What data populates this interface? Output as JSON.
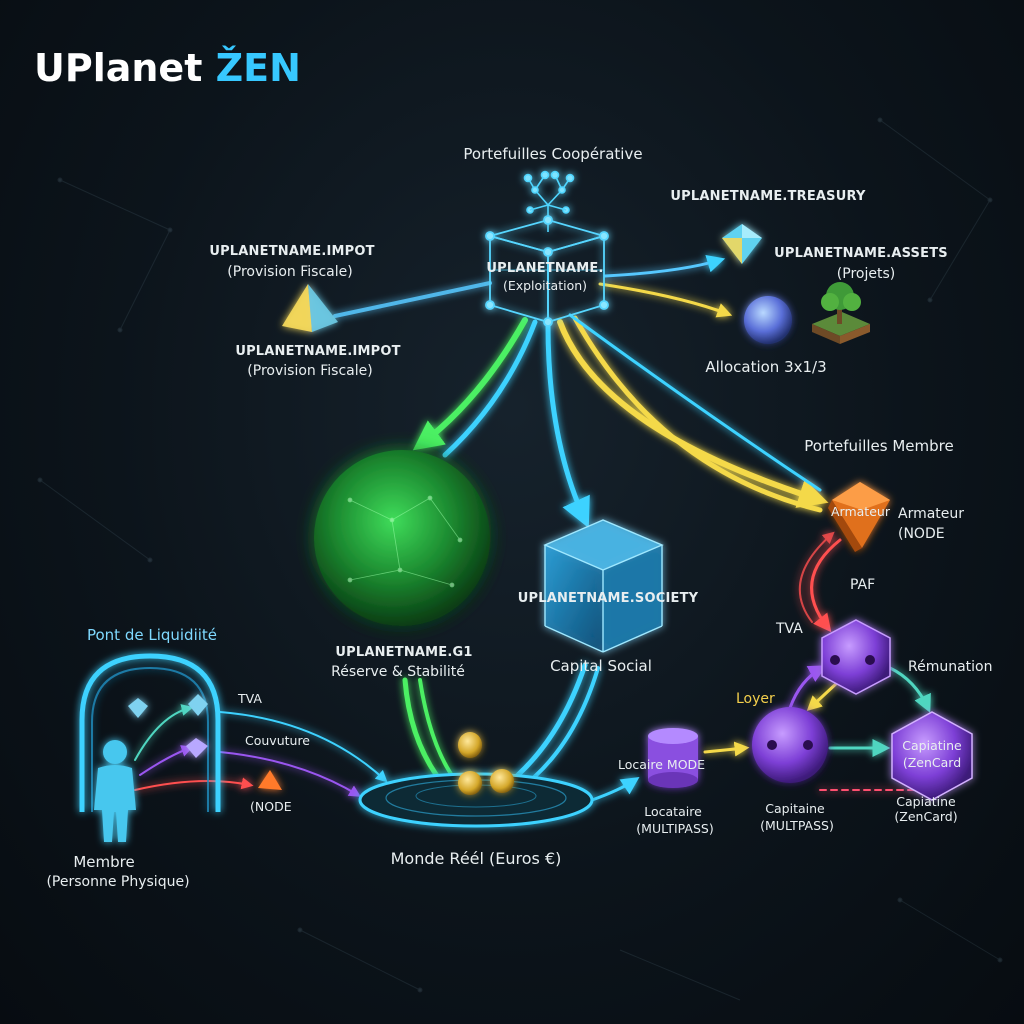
{
  "title": {
    "main": "UPlanet",
    "accent": "ŽEN"
  },
  "colors": {
    "cyan": "#3ed2ff",
    "green": "#4cf064",
    "yellow": "#f4d94a",
    "purple": "#9a56f0",
    "red": "#ff4f4f",
    "orange": "#ff8c2a"
  },
  "cooperative": {
    "heading": "Portefuilles Coopérative",
    "center_name": "UPLANETNAME.",
    "center_sub": "(Exploitation)",
    "impot_top_name": "UPLANETNAME.IMPOT",
    "impot_top_sub": "(Provision Fiscale)",
    "impot_bottom_name": "UPLANETNAME.IMPOT",
    "impot_bottom_sub": "(Provision Fiscale)",
    "treasury": "UPLANETNAME.TREASURY",
    "assets_name": "UPLANETNAME.ASSETS",
    "assets_sub": "(Projets)",
    "allocation": "Allocation 3x1/3"
  },
  "g1": {
    "name": "UPLANETNAME.G1",
    "sub": "Réserve & Stabilité"
  },
  "society": {
    "name": "UPLANETNAME.SOCIETY",
    "sub": "Capital Social"
  },
  "real_world": "Monde Réél (Euros €)",
  "bridge": {
    "heading": "Pont de Liquidiité",
    "tva": "TVA",
    "couverture": "Couvuture",
    "node": "(NODE",
    "member_name": "Membre",
    "member_sub": "(Personne Physique)"
  },
  "member_wallets": {
    "heading": "Portefuilles Membre",
    "armateur_badge": "Armateur",
    "armateur_name": "Armateur",
    "armateur_sub": "(NODE",
    "paf": "PAF",
    "tva": "TVA",
    "remuneration": "Rémunation",
    "loyer": "Loyer",
    "locataire_badge": "Locaire MODE",
    "locataire_name": "Locataire",
    "locataire_sub": "(MULTIPASS)",
    "capitaine_name": "Capitaine",
    "capitaine_sub": "(MULTPASS)",
    "zencard_badge_name": "Capiatine",
    "zencard_badge_sub": "(ZenCard",
    "zencard_name": "Capiatine",
    "zencard_sub": "(ZenCard)"
  },
  "icons": [
    "network-tree-icon",
    "cube-network-icon",
    "pyramid-icon",
    "diamond-icon",
    "planet-orb-icon",
    "tree-icon",
    "globe-icon",
    "crystal-cube-icon",
    "portal-arch-icon",
    "person-icon",
    "gem-icon",
    "coin-icon",
    "platform-ring-icon",
    "hexagon-icon",
    "cylinder-icon"
  ]
}
